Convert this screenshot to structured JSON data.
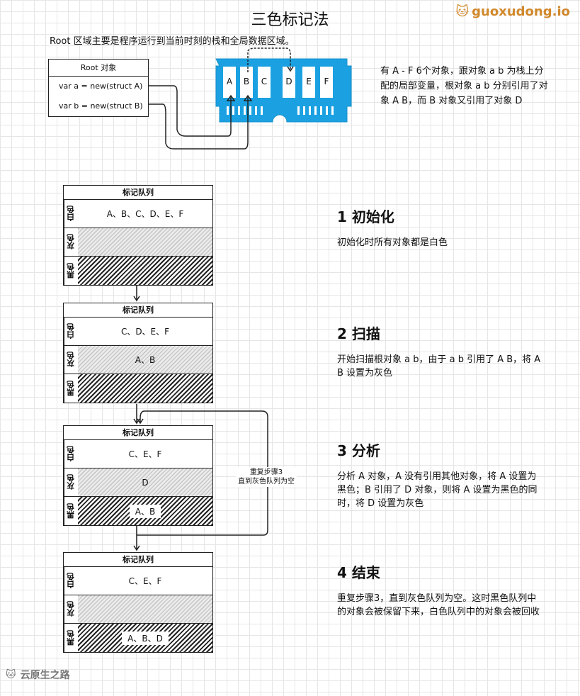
{
  "title": "三色标记法",
  "brand": "guoxudong.io",
  "subtitle": "Root 区域主要是程序运行到当前时刻的栈和全局数据区域。",
  "root_box": {
    "header": "Root 对象",
    "rows": [
      "var a = new(struct A)",
      "var b = new(struct B)"
    ]
  },
  "memory_objects": [
    "A",
    "B",
    "C",
    "D",
    "E",
    "F"
  ],
  "intro": "有 A - F 6个对象，跟对象 a b 为栈上分配的局部变量，根对象 a b 分别引用了对象 A B，而 B 对象又引用了对象 D",
  "queue_header": "标记队列",
  "row_labels": {
    "white": "白色",
    "gray": "灰色",
    "black": "黑色"
  },
  "steps": [
    {
      "title": "1 初始化",
      "desc": "初始化时所有对象都是白色",
      "white": "A、B、C、D、E、F",
      "gray": "",
      "black": ""
    },
    {
      "title": "2 扫描",
      "desc": "开始扫描根对象 a b，由于 a b 引用了 A B，将 A B 设置为灰色",
      "white": "C、D、E、F",
      "gray": "A、B",
      "black": ""
    },
    {
      "title": "3 分析",
      "desc": "分析 A 对象，A 没有引用其他对象，将 A 设置为黑色；B 引用了 D 对象，则将 A 设置为黑色的同时，将 D 设置为灰色",
      "white": "C、E、F",
      "gray": "D",
      "black": "A、B"
    },
    {
      "title": "4 结束",
      "desc": "重复步骤3，直到灰色队列为空。这时黑色队列中的对象会被保留下来，白色队列中的对象会被回收",
      "white": "C、E、F",
      "gray": "",
      "black": "A、B、D"
    }
  ],
  "loop_label": [
    "重复步骤3",
    "直到灰色队列为空"
  ],
  "footer": "云原生之路",
  "colors": {
    "memory": "#1ba1e2",
    "brand": "#d1892c"
  }
}
